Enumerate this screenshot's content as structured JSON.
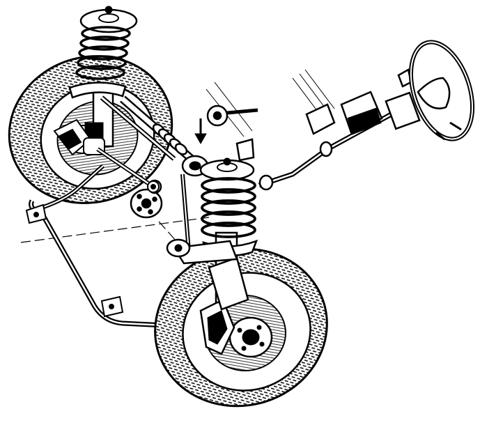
{
  "illustration": {
    "style": "black-and-white technical line drawing",
    "colors": {
      "ink": "#000000",
      "paper": "#ffffff",
      "shade": "#6a6a6a"
    },
    "components": [
      {
        "name": "front-right-wheel-tyre"
      },
      {
        "name": "front-left-wheel-tyre"
      },
      {
        "name": "right-coil-spring-strut"
      },
      {
        "name": "left-coil-spring-strut"
      },
      {
        "name": "brake-disc-and-caliper"
      },
      {
        "name": "rack-and-pinion-steering-gear"
      },
      {
        "name": "steering-column"
      },
      {
        "name": "steering-wheel"
      },
      {
        "name": "anti-roll-bar"
      },
      {
        "name": "track-rod"
      },
      {
        "name": "mounting-bracket"
      },
      {
        "name": "direction-arrow"
      }
    ]
  }
}
